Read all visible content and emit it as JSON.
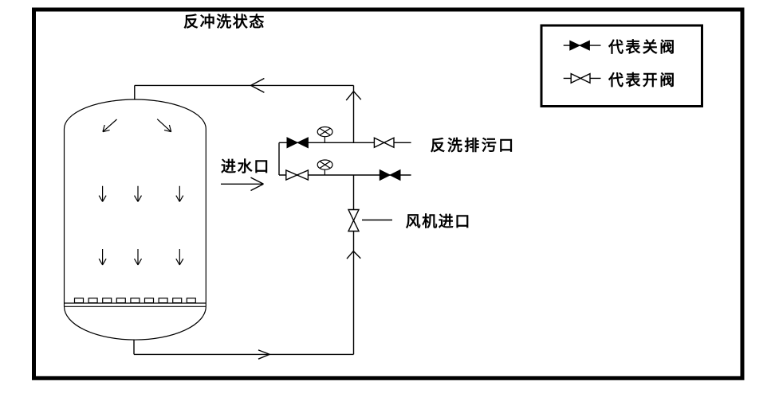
{
  "figure": {
    "title": "反冲洗状态",
    "type": "piping-diagram",
    "background_color": "#ffffff",
    "line_color": "#000000"
  },
  "labels": {
    "water_inlet": "进水口",
    "backwash_drain_outlet": "反洗排污口",
    "fan_inlet": "风机进口"
  },
  "legend": {
    "closed_valve_label": "代表关阀",
    "open_valve_label": "代表开阀"
  },
  "components": {
    "tank": "filter-vessel",
    "flow_meters": 2,
    "valves": [
      {
        "line": "upper-branch",
        "position": "left",
        "state": "closed"
      },
      {
        "line": "upper-branch",
        "position": "right",
        "state": "open"
      },
      {
        "line": "lower-branch",
        "position": "left",
        "state": "open"
      },
      {
        "line": "lower-branch",
        "position": "right",
        "state": "closed"
      },
      {
        "line": "vertical-fan-line",
        "position": "middle",
        "state": "open"
      }
    ]
  }
}
